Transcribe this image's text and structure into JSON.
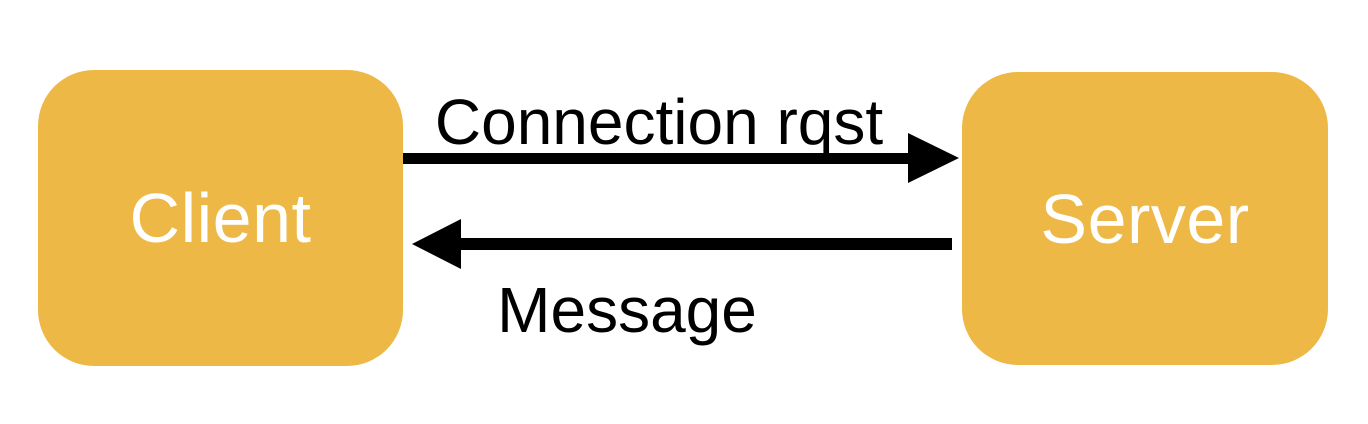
{
  "colors": {
    "background": "#ffffff",
    "node-fill": "#edb845",
    "node-text": "#ffffff",
    "arrow": "#000000",
    "label-text": "#000000"
  },
  "diagram": {
    "type": "sequence-flow",
    "nodes": [
      {
        "id": "client",
        "label": "Client"
      },
      {
        "id": "server",
        "label": "Server"
      }
    ],
    "edges": [
      {
        "from": "client",
        "to": "server",
        "direction": "left-to-right",
        "label": "Connection rqst"
      },
      {
        "from": "server",
        "to": "client",
        "direction": "right-to-left",
        "label": "Message"
      }
    ]
  }
}
